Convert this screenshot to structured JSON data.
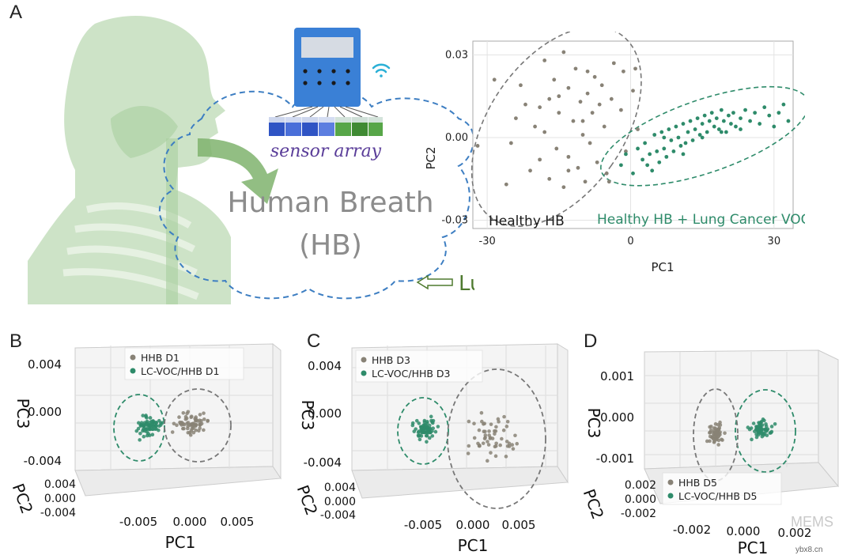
{
  "panels": {
    "A": "A",
    "B": "B",
    "C": "C",
    "D": "D"
  },
  "panelA": {
    "device_label": "sensor array",
    "breath_title_line1": "Human Breath",
    "breath_title_line2": "(HB)",
    "voc_label": "Lung Cancer VOC"
  },
  "colors": {
    "healthy": "#888276",
    "lung_cancer": "#2e8b6a",
    "body_green": "#bcd9b4",
    "cloud_blue": "#3d7ec2",
    "device_blue": "#3a80d6",
    "sensor_text": "#5a3d99",
    "voc_text": "#4e7a2f"
  },
  "icons": [
    "wifi-icon",
    "arrow-icon",
    "hollow-arrow-icon"
  ],
  "chart_data": [
    {
      "panel": "A",
      "type": "scatter",
      "xlabel": "PC1",
      "ylabel": "PC2",
      "xlim": [
        -33,
        34
      ],
      "ylim": [
        -0.033,
        0.035
      ],
      "xticks": [
        "-30",
        "0",
        "30"
      ],
      "yticks": [
        "0.03",
        "0.00",
        "-0.03"
      ],
      "grid": true,
      "series": [
        {
          "name": "Healthy HB",
          "points": [
            [
              -28.5,
              0.021
            ],
            [
              -32,
              -0.003
            ],
            [
              -26,
              -0.017
            ],
            [
              -25,
              -0.002
            ],
            [
              -24,
              0.007
            ],
            [
              -23,
              0.019
            ],
            [
              -22,
              0.012
            ],
            [
              -21,
              -0.012
            ],
            [
              -20,
              0.004
            ],
            [
              -19,
              -0.008
            ],
            [
              -18,
              0.028
            ],
            [
              -18,
              0.002
            ],
            [
              -17,
              0.014
            ],
            [
              -17,
              -0.015
            ],
            [
              -16,
              0.021
            ],
            [
              -15.5,
              -0.004
            ],
            [
              -15,
              0.009
            ],
            [
              -14,
              0.031
            ],
            [
              -14,
              -0.018
            ],
            [
              -13,
              0.018
            ],
            [
              -13,
              -0.007
            ],
            [
              -12,
              0.006
            ],
            [
              -11.5,
              0.025
            ],
            [
              -11,
              -0.011
            ],
            [
              -10.5,
              0.013
            ],
            [
              -10,
              0.001
            ],
            [
              -9.5,
              -0.016
            ],
            [
              -9,
              0.016
            ],
            [
              -8.5,
              -0.002
            ],
            [
              -8,
              0.009
            ],
            [
              -7.5,
              0.022
            ],
            [
              -7,
              -0.009
            ],
            [
              -6,
              0.019
            ],
            [
              -5.5,
              0.004
            ],
            [
              -5,
              -0.013
            ],
            [
              -4,
              0.014
            ],
            [
              -3.5,
              0.027
            ],
            [
              -2,
              0.01
            ],
            [
              -1.5,
              0.024
            ],
            [
              -1,
              -0.005
            ],
            [
              0.5,
              0.017
            ],
            [
              1,
              0.025
            ],
            [
              1.5,
              0.003
            ],
            [
              -6.5,
              0.012
            ],
            [
              -9,
              0.024
            ],
            [
              -13,
              -0.012
            ],
            [
              -15,
              0.015
            ],
            [
              -19,
              0.011
            ],
            [
              -4.5,
              -0.016
            ],
            [
              -10,
              0.006
            ]
          ]
        },
        {
          "name": "Healthy HB + Lung Cancer VOC",
          "points": [
            [
              -2,
              -0.01
            ],
            [
              -1,
              -0.006
            ],
            [
              0.5,
              -0.013
            ],
            [
              1.5,
              -0.004
            ],
            [
              2.5,
              -0.008
            ],
            [
              3,
              -0.002
            ],
            [
              4,
              -0.006
            ],
            [
              4.5,
              -0.012
            ],
            [
              5,
              0.001
            ],
            [
              5.5,
              -0.005
            ],
            [
              6,
              -0.009
            ],
            [
              6.5,
              0.002
            ],
            [
              7,
              -0.004
            ],
            [
              7.5,
              -0.007
            ],
            [
              8,
              0.003
            ],
            [
              8.5,
              -0.001
            ],
            [
              9,
              -0.005
            ],
            [
              9.5,
              0.004
            ],
            [
              10,
              0.0
            ],
            [
              10.5,
              -0.003
            ],
            [
              11,
              0.005
            ],
            [
              11.5,
              -0.002
            ],
            [
              12,
              0.002
            ],
            [
              12.5,
              0.006
            ],
            [
              13,
              -0.001
            ],
            [
              13.5,
              0.003
            ],
            [
              14,
              0.007
            ],
            [
              14.5,
              0.001
            ],
            [
              15,
              0.005
            ],
            [
              15.5,
              0.008
            ],
            [
              16,
              0.002
            ],
            [
              16.5,
              0.006
            ],
            [
              17,
              0.009
            ],
            [
              17.5,
              0.004
            ],
            [
              18,
              0.007
            ],
            [
              18.5,
              0.003
            ],
            [
              19,
              0.01
            ],
            [
              19.5,
              0.006
            ],
            [
              20,
              0.002
            ],
            [
              20.5,
              0.008
            ],
            [
              21,
              0.005
            ],
            [
              21.5,
              0.009
            ],
            [
              22,
              0.004
            ],
            [
              23,
              0.007
            ],
            [
              24,
              0.01
            ],
            [
              25,
              0.006
            ],
            [
              26,
              0.009
            ],
            [
              27,
              0.005
            ],
            [
              28,
              0.011
            ],
            [
              29,
              0.008
            ],
            [
              30,
              0.004
            ],
            [
              31,
              0.009
            ],
            [
              32,
              0.012
            ],
            [
              33,
              0.006
            ],
            [
              3.5,
              -0.01
            ],
            [
              7,
              0.0
            ],
            [
              11,
              -0.006
            ],
            [
              15,
              0.0
            ],
            [
              19,
              0.002
            ],
            [
              23,
              0.003
            ]
          ]
        }
      ],
      "annotations": [
        "Healthy HB",
        "Healthy HB + Lung Cancer VOC"
      ]
    },
    {
      "panel": "B",
      "type": "scatter",
      "projection": "3d",
      "xlabel": "PC1",
      "ylabel": "PC2",
      "zlabel": "PC3",
      "xticks": [
        "-0.005",
        "0.000",
        "0.005"
      ],
      "yticks": [
        "0.004",
        "0.000",
        "-0.004"
      ],
      "zticks": [
        "0.004",
        "0.000",
        "-0.004"
      ],
      "legend": [
        "HHB D1",
        "LC-VOC/HHB D1"
      ],
      "legend_position": "top-left"
    },
    {
      "panel": "C",
      "type": "scatter",
      "projection": "3d",
      "xlabel": "PC1",
      "ylabel": "PC2",
      "zlabel": "PC3",
      "xticks": [
        "-0.005",
        "0.000",
        "0.005"
      ],
      "yticks": [
        "0.004",
        "0.000",
        "-0.004"
      ],
      "zticks": [
        "0.004",
        "0.000",
        "-0.004"
      ],
      "legend": [
        "HHB D3",
        "LC-VOC/HHB D3"
      ],
      "legend_position": "top-left"
    },
    {
      "panel": "D",
      "type": "scatter",
      "projection": "3d",
      "xlabel": "PC1",
      "ylabel": "PC2",
      "zlabel": "PC3",
      "xticks": [
        "-0.002",
        "0.000",
        "0.002"
      ],
      "yticks": [
        "0.002",
        "0.000",
        "-0.002"
      ],
      "zticks": [
        "0.001",
        "0.000",
        "-0.001"
      ],
      "legend": [
        "HHB D5",
        "LC-VOC/HHB D5"
      ],
      "legend_position": "bottom-left"
    }
  ],
  "watermark": {
    "brand": "MEMS",
    "site": "ybx8.cn"
  }
}
